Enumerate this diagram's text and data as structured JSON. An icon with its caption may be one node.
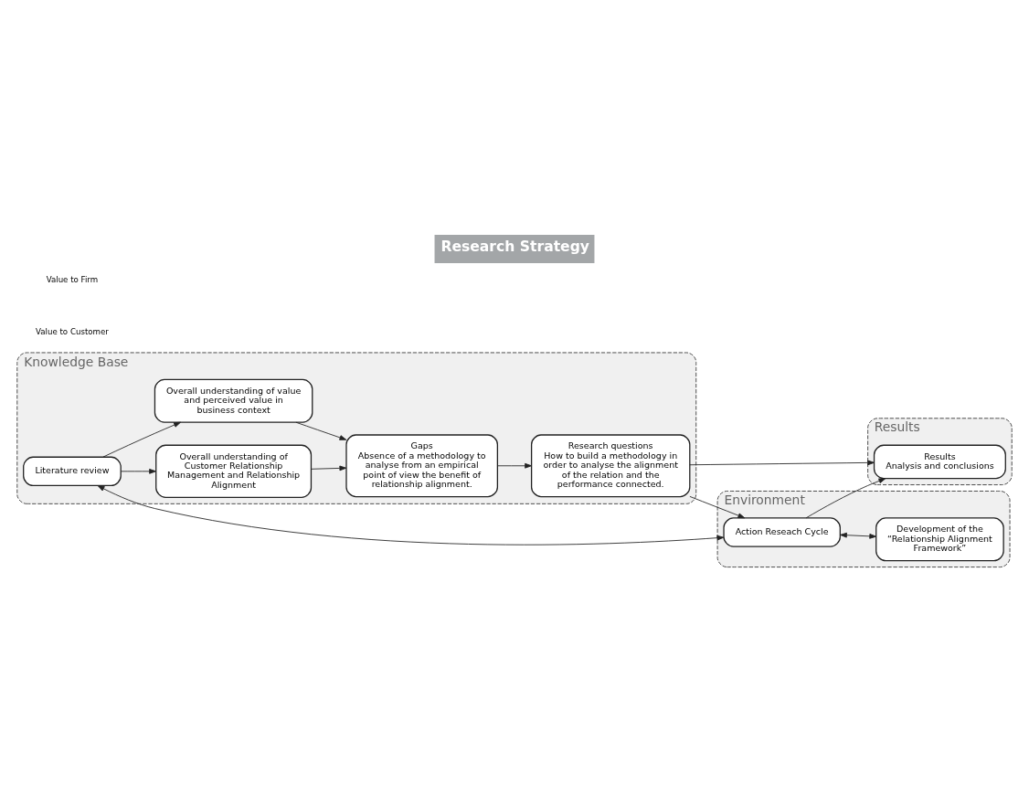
{
  "diagram": {
    "title": "Research Strategy",
    "nodes": [
      {
        "text": [
          "Knowledge Base"
        ]
      },
      {
        "text": [
          "Literature review"
        ],
        "in": 0
      },
      {
        "text": [
          "Overall understanding of Customer Relationship Management and Relationship Alignment"
        ],
        "in": 0
      },
      {
        "text": [
          "Overall understanding of value and perceived value in business context"
        ],
        "in": 0
      },
      {
        "text": [
          "Gaps",
          "Absence of a methodology to analyse from an empirical point of view the benefit of relationship alignment."
        ],
        "in": 0
      },
      {
        "text": [
          "Research questions",
          "How to build a methodology in order to analyse the alignment of the relation and the performance connected."
        ],
        "in": 0
      },
      {
        "text": [
          "Environment"
        ]
      },
      {
        "text": [
          "Action Reseach Cycle"
        ],
        "in": 6
      },
      {
        "text": [
          "Development of the “Relationship Alignment Framework”"
        ],
        "in": 6
      },
      {
        "text": [
          "Results"
        ]
      },
      {
        "text": [
          "Results",
          "Analysis and conclusions"
        ],
        "in": 9
      }
    ],
    "edges": [
      {
        "from": 1,
        "to": 2,
        "arrow": "to"
      },
      {
        "from": 1,
        "to": 3,
        "arrow": "to"
      },
      {
        "from": 2,
        "to": 4,
        "arrow": "to"
      },
      {
        "from": 3,
        "to": 4,
        "arrow": "to"
      },
      {
        "from": 4,
        "to": 5,
        "arrow": "to"
      },
      {
        "from": 5,
        "to": 7,
        "arrow": "to"
      },
      {
        "from": 1,
        "to": 7,
        "arrow": "both"
      },
      {
        "from": 7,
        "to": 8,
        "arrow": "both"
      },
      {
        "from": 7,
        "to": 10,
        "arrow": "to"
      },
      {
        "from": 5,
        "to": 10,
        "arrow": "to"
      }
    ],
    "labels": [
      "Value to Customer",
      "Value to Firm"
    ]
  }
}
